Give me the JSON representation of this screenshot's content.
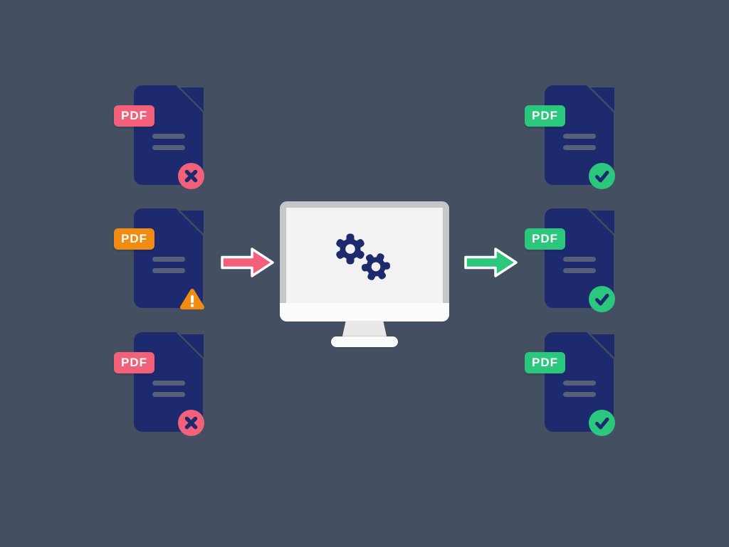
{
  "illustration": {
    "title": "Broken PDF files are processed by a computer and repaired",
    "machine": "desktop-monitor-with-gears",
    "gear_count": 2
  },
  "colors": {
    "background": "#445062",
    "navy": "#1e2a6e",
    "pink": "#f2607a",
    "orange": "#f08c10",
    "green": "#2bc77d",
    "bezel_gray": "#c5c6c8",
    "screen_white": "#f2f2f3",
    "doc_line_gray": "#566078",
    "white": "#ffffff"
  },
  "files": {
    "left": [
      {
        "label": "PDF",
        "variant": "error",
        "badge": "x-circle"
      },
      {
        "label": "PDF",
        "variant": "warning",
        "badge": "warning-triangle"
      },
      {
        "label": "PDF",
        "variant": "error",
        "badge": "x-circle"
      }
    ],
    "right": [
      {
        "label": "PDF",
        "variant": "success",
        "badge": "check-circle"
      },
      {
        "label": "PDF",
        "variant": "success",
        "badge": "check-circle"
      },
      {
        "label": "PDF",
        "variant": "success",
        "badge": "check-circle"
      }
    ]
  },
  "arrows": {
    "input": {
      "direction": "right",
      "color": "#f2607a"
    },
    "output": {
      "direction": "right",
      "color": "#2bc77d"
    }
  }
}
